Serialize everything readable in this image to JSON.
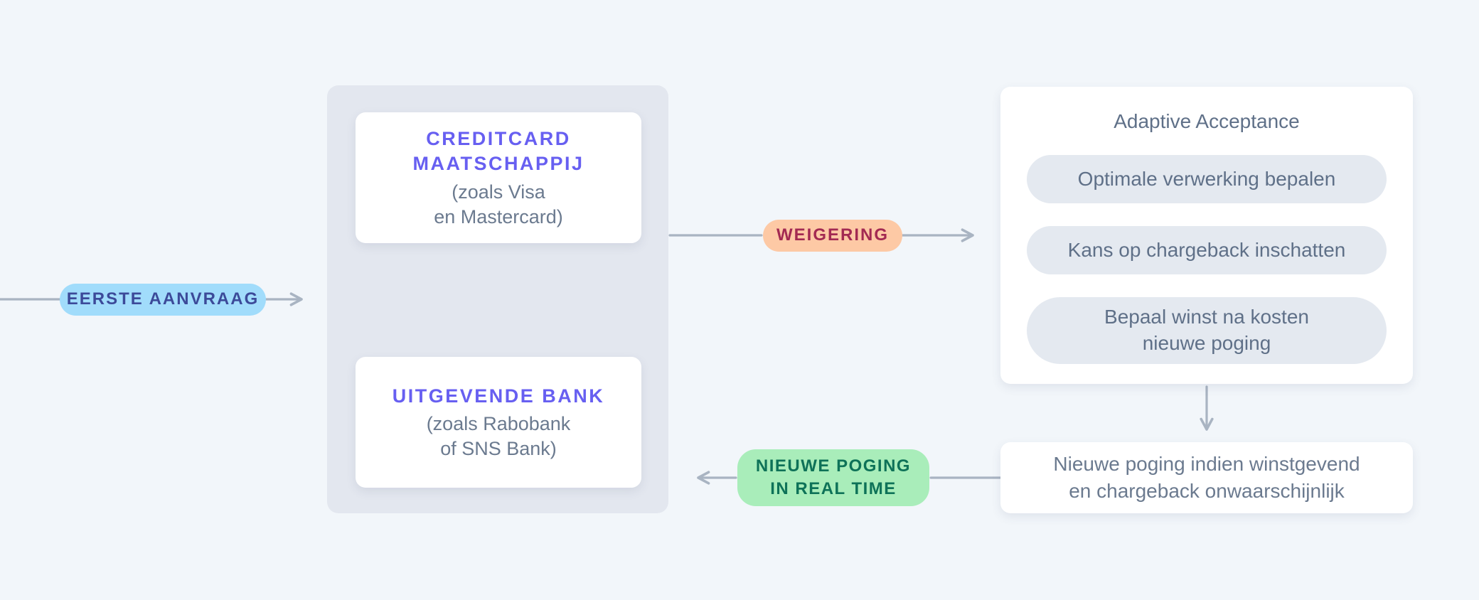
{
  "diagram": {
    "language": "nl",
    "topic": "Adaptive Acceptance payment retry flow"
  },
  "colors": {
    "page_background": "#f2f6fa",
    "group_panel": "#e3e7ef",
    "card_background": "#ffffff",
    "accent_purple": "#675ff1",
    "body_gray": "#6b7a8f",
    "step_pill_gray": "#e4e9f0",
    "connector_gray": "#a9b4c2",
    "badge_blue_bg": "#a1dcfb",
    "badge_blue_text": "#3c4a99",
    "badge_peach_bg": "#fdc9a5",
    "badge_peach_text": "#a32a52",
    "badge_green_bg": "#a9edba",
    "badge_green_text": "#0e7258"
  },
  "badges": {
    "eerste_aanvraag": {
      "label": "EERSTE AANVRAAG"
    },
    "weigering": {
      "label": "WEIGERING"
    },
    "nieuwe_poging": {
      "line1": "NIEUWE POGING",
      "line2": "IN REAL TIME"
    }
  },
  "network_group": {
    "creditcard_card": {
      "title_line1": "CREDITCARD",
      "title_line2": "MAATSCHAPPIJ",
      "subtitle_line1": "(zoals Visa",
      "subtitle_line2": "en Mastercard)"
    },
    "issuing_bank_card": {
      "title": "UITGEVENDE BANK",
      "subtitle_line1": "(zoals Rabobank",
      "subtitle_line2": "of SNS Bank)"
    }
  },
  "adaptive_card": {
    "title": "Adaptive Acceptance",
    "steps": [
      {
        "line1": "Optimale verwerking bepalen",
        "line2": ""
      },
      {
        "line1": "Kans op chargeback inschatten",
        "line2": ""
      },
      {
        "line1": "Bepaal winst na kosten",
        "line2": "nieuwe poging"
      }
    ]
  },
  "retry_card": {
    "line1": "Nieuwe poging indien winstgevend",
    "line2": "en chargeback onwaarschijnlijk"
  }
}
